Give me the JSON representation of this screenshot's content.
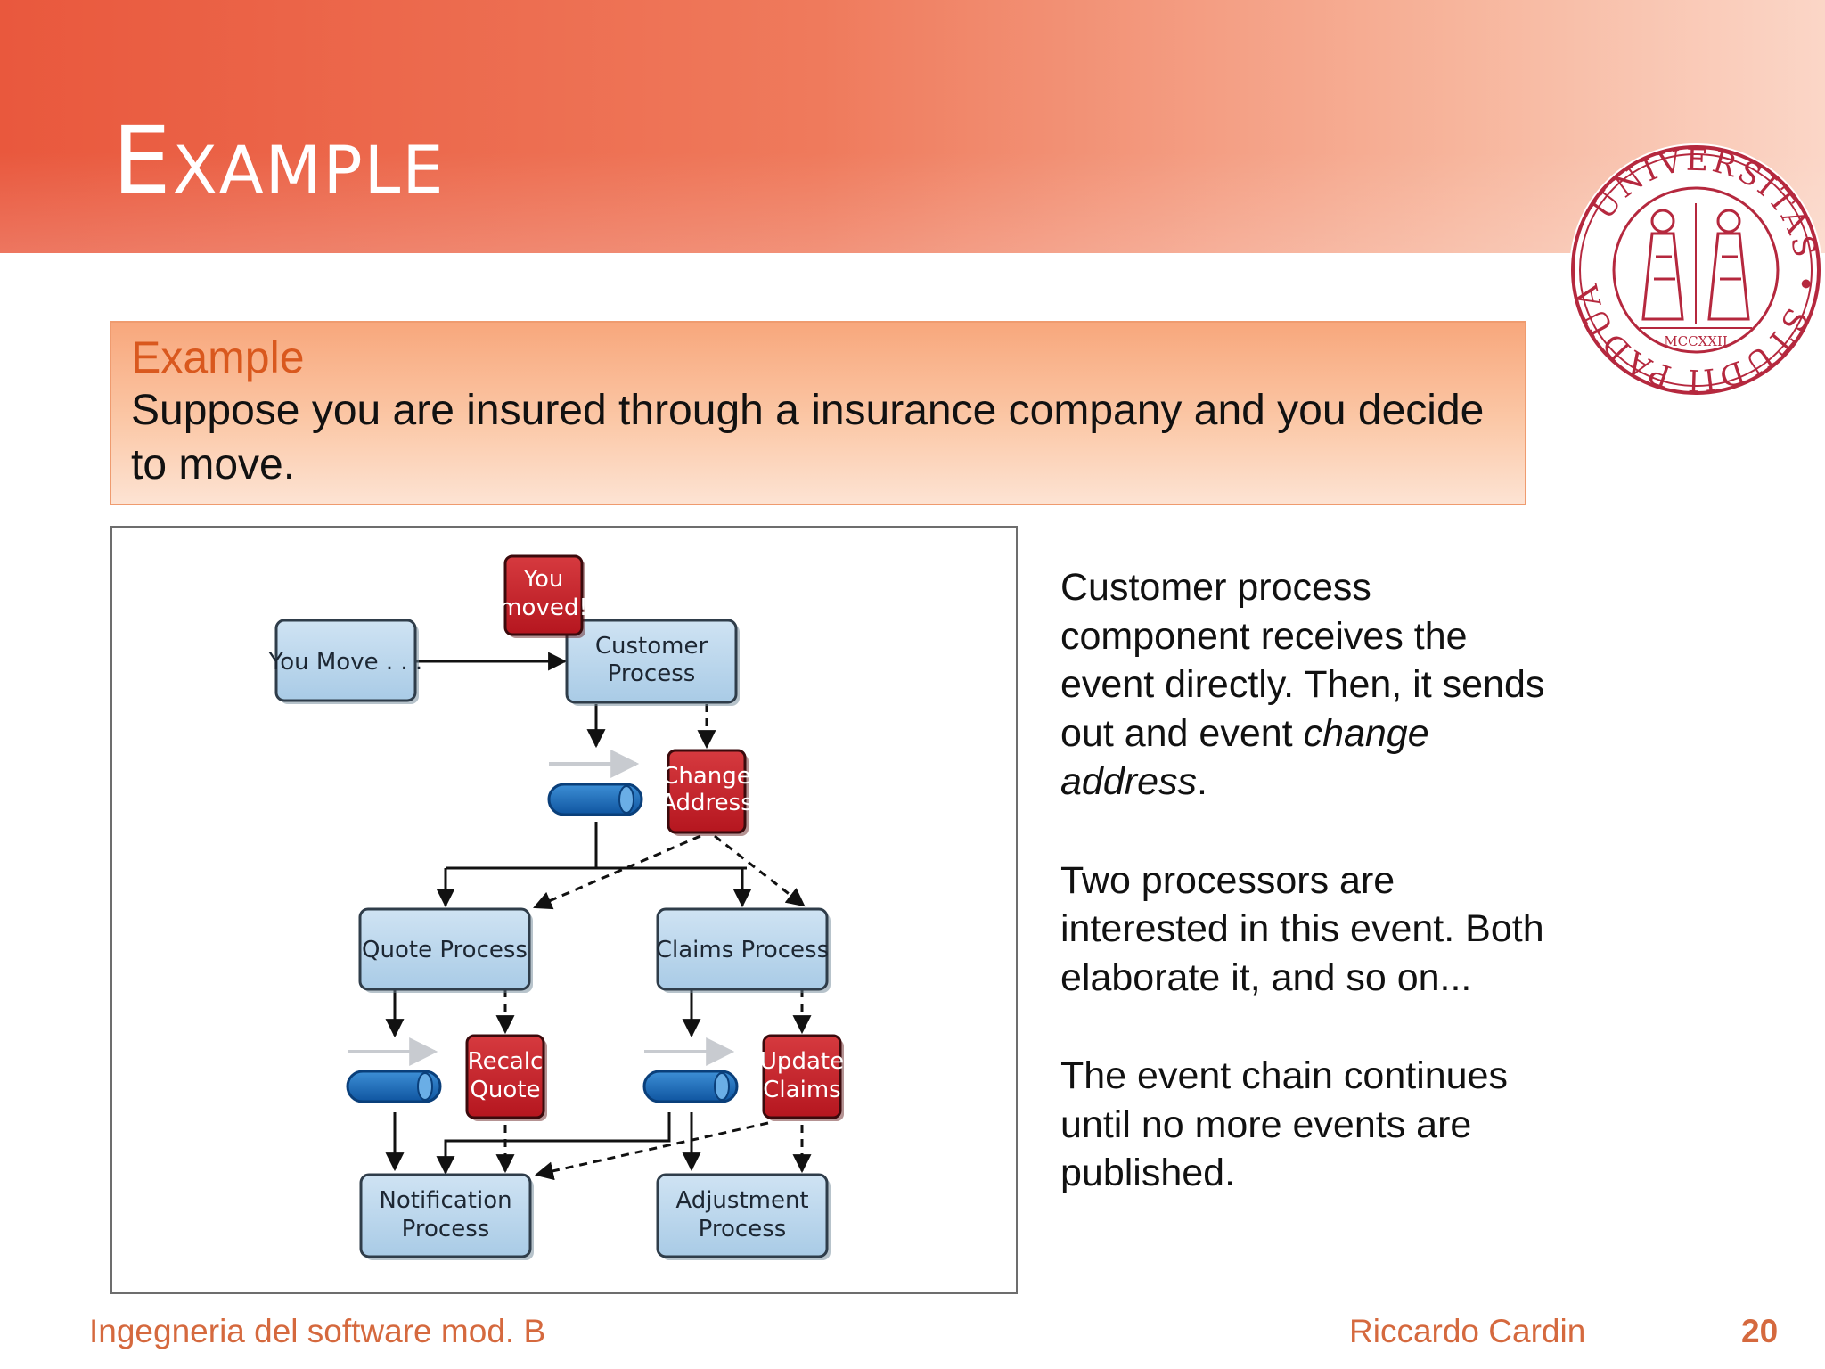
{
  "slide": {
    "title": "Example",
    "callout": {
      "heading": "Example",
      "text": "Suppose you are insured through a insurance company and you decide to move."
    },
    "side_text": {
      "p1_main": "Customer process component receives the event directly. Then, it sends out and event ",
      "p1_italic": "change address",
      "p1_end": ".",
      "p2": "Two processors are interested in this event. Both elaborate it, and so on...",
      "p3": "The event chain continues until no more events are published."
    },
    "footer": {
      "course": "Ingegneria del software mod. B",
      "author": "Riccardo Cardin",
      "page": "20"
    },
    "seal": {
      "ring_text": "UNIVERSITAS • STUDII PADUANI •",
      "year": "MCCXXII"
    }
  },
  "diagram": {
    "nodes": {
      "you_move": "You Move . . .",
      "you_moved_1": "You",
      "you_moved_2": "moved!",
      "customer_1": "Customer",
      "customer_2": "Process",
      "change_1": "Change",
      "change_2": "Address",
      "quote": "Quote Process",
      "claims": "Claims Process",
      "recalc_1": "Recalc",
      "recalc_2": "Quote",
      "update_1": "Update",
      "update_2": "Claims",
      "notification_1": "Notification",
      "notification_2": "Process",
      "adjustment_1": "Adjustment",
      "adjustment_2": "Process"
    }
  },
  "colors": {
    "header_start": "#e9583d",
    "header_end": "#fbd6c7",
    "accent_orange": "#d9581e",
    "process_box": "#bcd8ee",
    "event_box": "#c5202a",
    "channel": "#1566b3",
    "seal_red": "#b5283e"
  }
}
